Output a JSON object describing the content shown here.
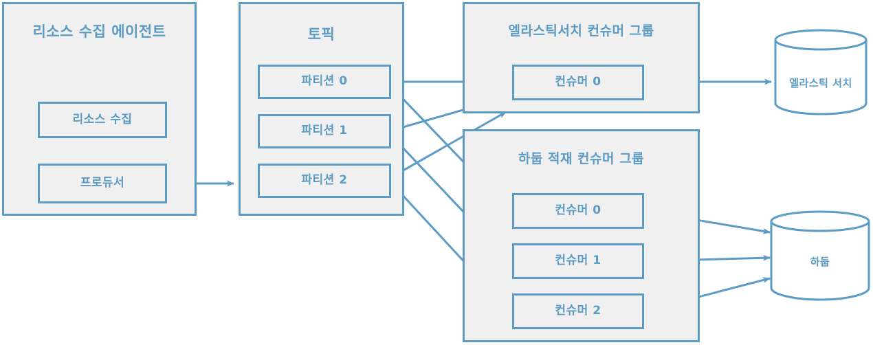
{
  "diagram": {
    "title_text_color": "#5b9bc4",
    "line_color": "#5b9bc4",
    "box_fill": "#f0f0f0",
    "cylinder_fill": "#ffffff",
    "background": "#ffffff"
  },
  "agent_group": {
    "title": "리소스 수집\n에이전트",
    "boxes": [
      {
        "label": "리소스 수집"
      },
      {
        "label": "프로듀서"
      }
    ]
  },
  "topic_group": {
    "title": "토픽",
    "partitions": [
      {
        "label": "파티션 0"
      },
      {
        "label": "파티션 1"
      },
      {
        "label": "파티션 2"
      }
    ]
  },
  "es_consumer_group": {
    "title": "엘라스틱서치 컨슈머 그룹",
    "consumers": [
      {
        "label": "컨슈머 0"
      }
    ]
  },
  "hadoop_consumer_group": {
    "title": "하둡 적재 컨슈머 그룹",
    "consumers": [
      {
        "label": "컨슈머 0"
      },
      {
        "label": "컨슈머 1"
      },
      {
        "label": "컨슈머 2"
      }
    ]
  },
  "datastores": [
    {
      "label": "엘라스틱 서치"
    },
    {
      "label": "하둡"
    }
  ]
}
